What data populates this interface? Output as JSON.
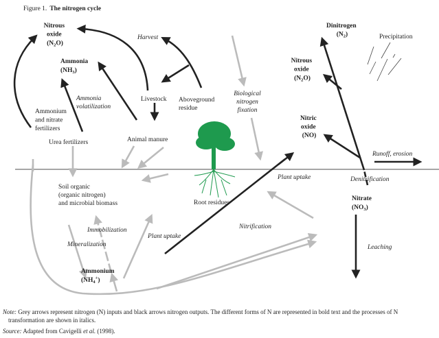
{
  "title": {
    "prefix": "Figure 1.",
    "name": "The nitrogen cycle"
  },
  "forms": {
    "nitrous_oxide_left": {
      "l1": "Nitrous",
      "l2": "oxide",
      "pre": "(N",
      "sub": "2",
      "post": "O)"
    },
    "ammonia": {
      "l1": "Ammonia",
      "pre": "(NH",
      "sub": "3",
      "post": ")"
    },
    "dinitrogen": {
      "l1": "Dinitrogen",
      "pre": "(N",
      "sub": "2",
      "post": ")"
    },
    "nitrous_oxide_right": {
      "l1": "Nitrous",
      "l2": "oxide",
      "pre": "(N",
      "sub": "2",
      "post": "O)"
    },
    "nitric_oxide": {
      "l1": "Nitric",
      "l2": "oxide",
      "formula": "(NO)"
    },
    "nitrate": {
      "l1": "Nitrate",
      "pre": "(NO",
      "sub": "3",
      "post": ")"
    },
    "ammonium": {
      "l1": "Ammonium",
      "pre": "(NH",
      "sub": "4",
      "sup": "+",
      "post": ")"
    }
  },
  "sources": {
    "livestock": "Livestock",
    "aboveground": [
      "Aboveground",
      "residue"
    ],
    "fertilizers": [
      "Ammonium",
      "and nitrate",
      "fertilizers"
    ],
    "urea": "Urea fertilizers",
    "manure": "Animal manure",
    "precipitation": "Precipitation",
    "root_residues": "Root residues",
    "soil_organic": [
      "Soil organic",
      "(organic nitrogen)",
      "and microbial biomass"
    ]
  },
  "processes": {
    "harvest": "Harvest",
    "volatilization": [
      "Ammonia",
      "volatilization"
    ],
    "fixation": [
      "Biological",
      "nitrogen",
      "fixation"
    ],
    "runoff": "Runoff, erosion",
    "plant_uptake_right": "Plant uptake",
    "denitrification": "Denitrification",
    "immobilization": "Immobilization",
    "mineralization": "Mineralization",
    "plant_uptake_left": "Plant uptake",
    "nitrification": "Nitrification",
    "leaching": "Leaching"
  },
  "footer": {
    "note_label": "Note:",
    "note_l1": "Grey arrows represent nitrogen (N) inputs and black arrows nitrogen outputs. The different forms of N are represented in bold text and the processes of N",
    "note_l2": "transformation are shown in italics.",
    "source_label": "Source:",
    "source_text": "Adapted from Cavigelli ",
    "source_etal": "et al.",
    "source_year": " (1998)."
  },
  "colors": {
    "input_arrow": "#bbbbbb",
    "output_arrow": "#222222",
    "tree": "#1e9a4e"
  }
}
